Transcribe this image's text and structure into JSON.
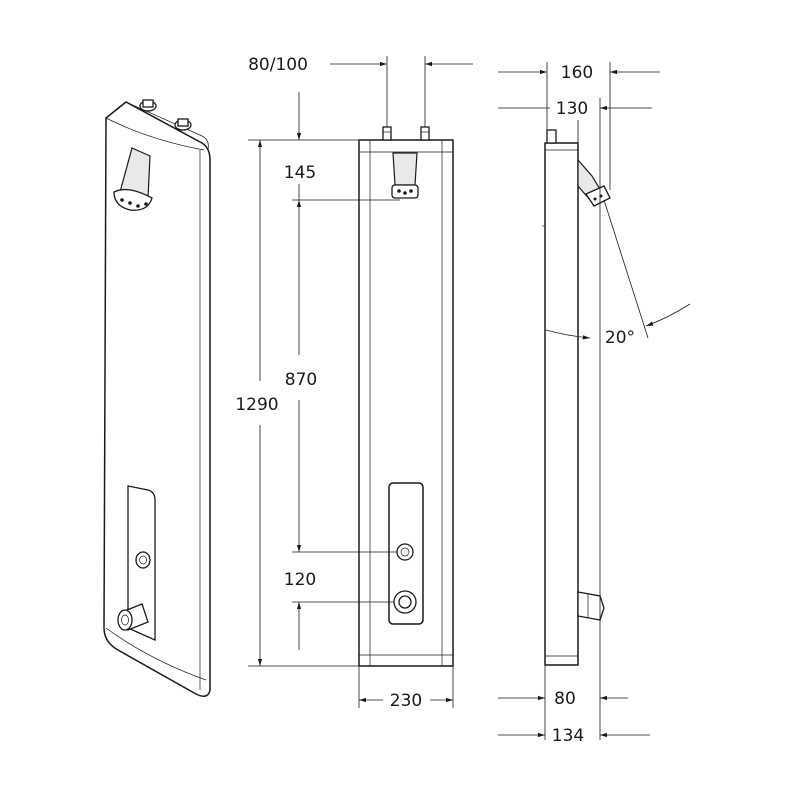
{
  "dimensions": {
    "inlet_spacing": "80/100",
    "top_to_shower": "145",
    "shower_to_button": "870",
    "total_height": "1290",
    "button_spacing": "120",
    "width": "230",
    "head_projection": "160",
    "head_offset": "130",
    "tilt_angle": "20°",
    "depth": "80",
    "depth_with_knob": "134"
  }
}
